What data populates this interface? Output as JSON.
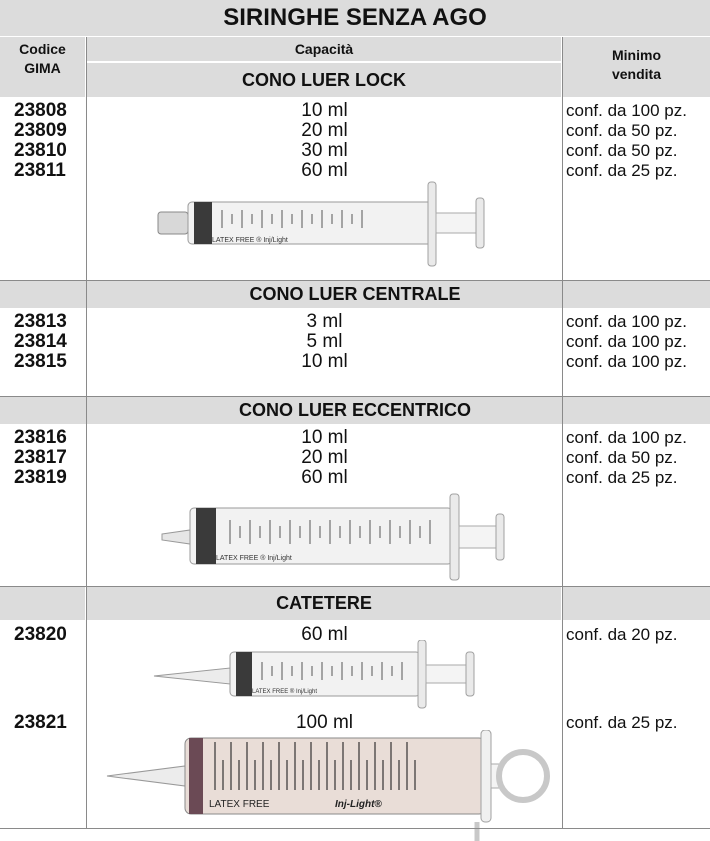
{
  "title": "SIRINGHE SENZA AGO",
  "header": {
    "code_label": "Codice\nGIMA",
    "capacity_label": "Capacità",
    "min_label": "Minimo\nvendita"
  },
  "sections": [
    {
      "name": "CONO LUER LOCK",
      "rows": [
        {
          "code": "23808",
          "capacity": "10 ml",
          "min": "conf. da 100 pz."
        },
        {
          "code": "23809",
          "capacity": "20 ml",
          "min": "conf. da 50 pz."
        },
        {
          "code": "23810",
          "capacity": "30 ml",
          "min": "conf. da 50 pz."
        },
        {
          "code": "23811",
          "capacity": "60 ml",
          "min": "conf. da 25 pz."
        }
      ],
      "image_print": "LATEX FREE ® Inj/Light"
    },
    {
      "name": "CONO LUER CENTRALE",
      "rows": [
        {
          "code": "23813",
          "capacity": "3 ml",
          "min": "conf. da 100 pz."
        },
        {
          "code": "23814",
          "capacity": "5 ml",
          "min": "conf. da 100 pz."
        },
        {
          "code": "23815",
          "capacity": "10 ml",
          "min": "conf. da 100 pz."
        }
      ]
    },
    {
      "name": "CONO LUER ECCENTRICO",
      "rows": [
        {
          "code": "23816",
          "capacity": "10 ml",
          "min": "conf. da 100 pz."
        },
        {
          "code": "23817",
          "capacity": "20 ml",
          "min": "conf. da 50 pz."
        },
        {
          "code": "23819",
          "capacity": "60 ml",
          "min": "conf. da 25 pz."
        }
      ],
      "image_print": "LATEX FREE ® Inj/Light"
    },
    {
      "name": "CATETERE",
      "rows": [
        {
          "code": "23820",
          "capacity": "60 ml",
          "min": "conf. da 20 pz."
        },
        {
          "code": "23821",
          "capacity": "100 ml",
          "min": "conf. da 25 pz."
        }
      ],
      "image_print_small": "LATEX FREE ® Inj/Light",
      "image_print_large": "LATEX FREE",
      "image_brand_large": "Inj-Light®"
    }
  ]
}
